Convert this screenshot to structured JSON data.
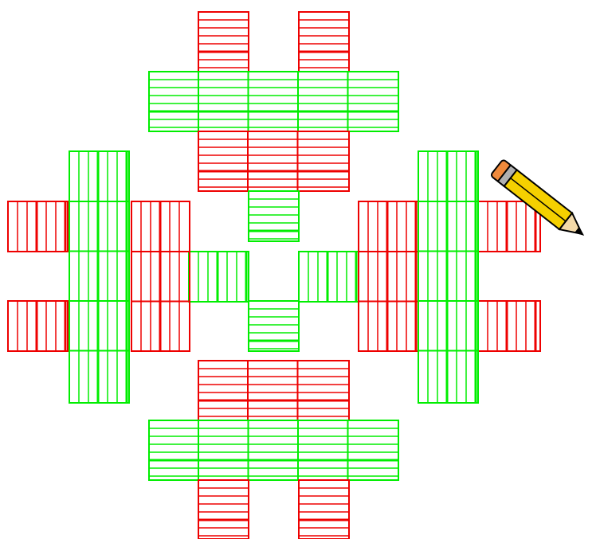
{
  "colors": {
    "background": "#ffffff",
    "green": "#00ee00",
    "red": "#ee0000",
    "pencil_body": "#f5d000",
    "pencil_tip": "#f3d9a8",
    "pencil_eraser": "#f08a3c",
    "pencil_ferrule": "#b0b0b0",
    "pencil_outline": "#000000"
  },
  "icons": {
    "pencil": "pencil-icon"
  },
  "pattern": {
    "shape": "fractal-cross",
    "stripe_types": [
      "horizontal",
      "vertical"
    ],
    "palette": [
      "green",
      "red"
    ]
  }
}
